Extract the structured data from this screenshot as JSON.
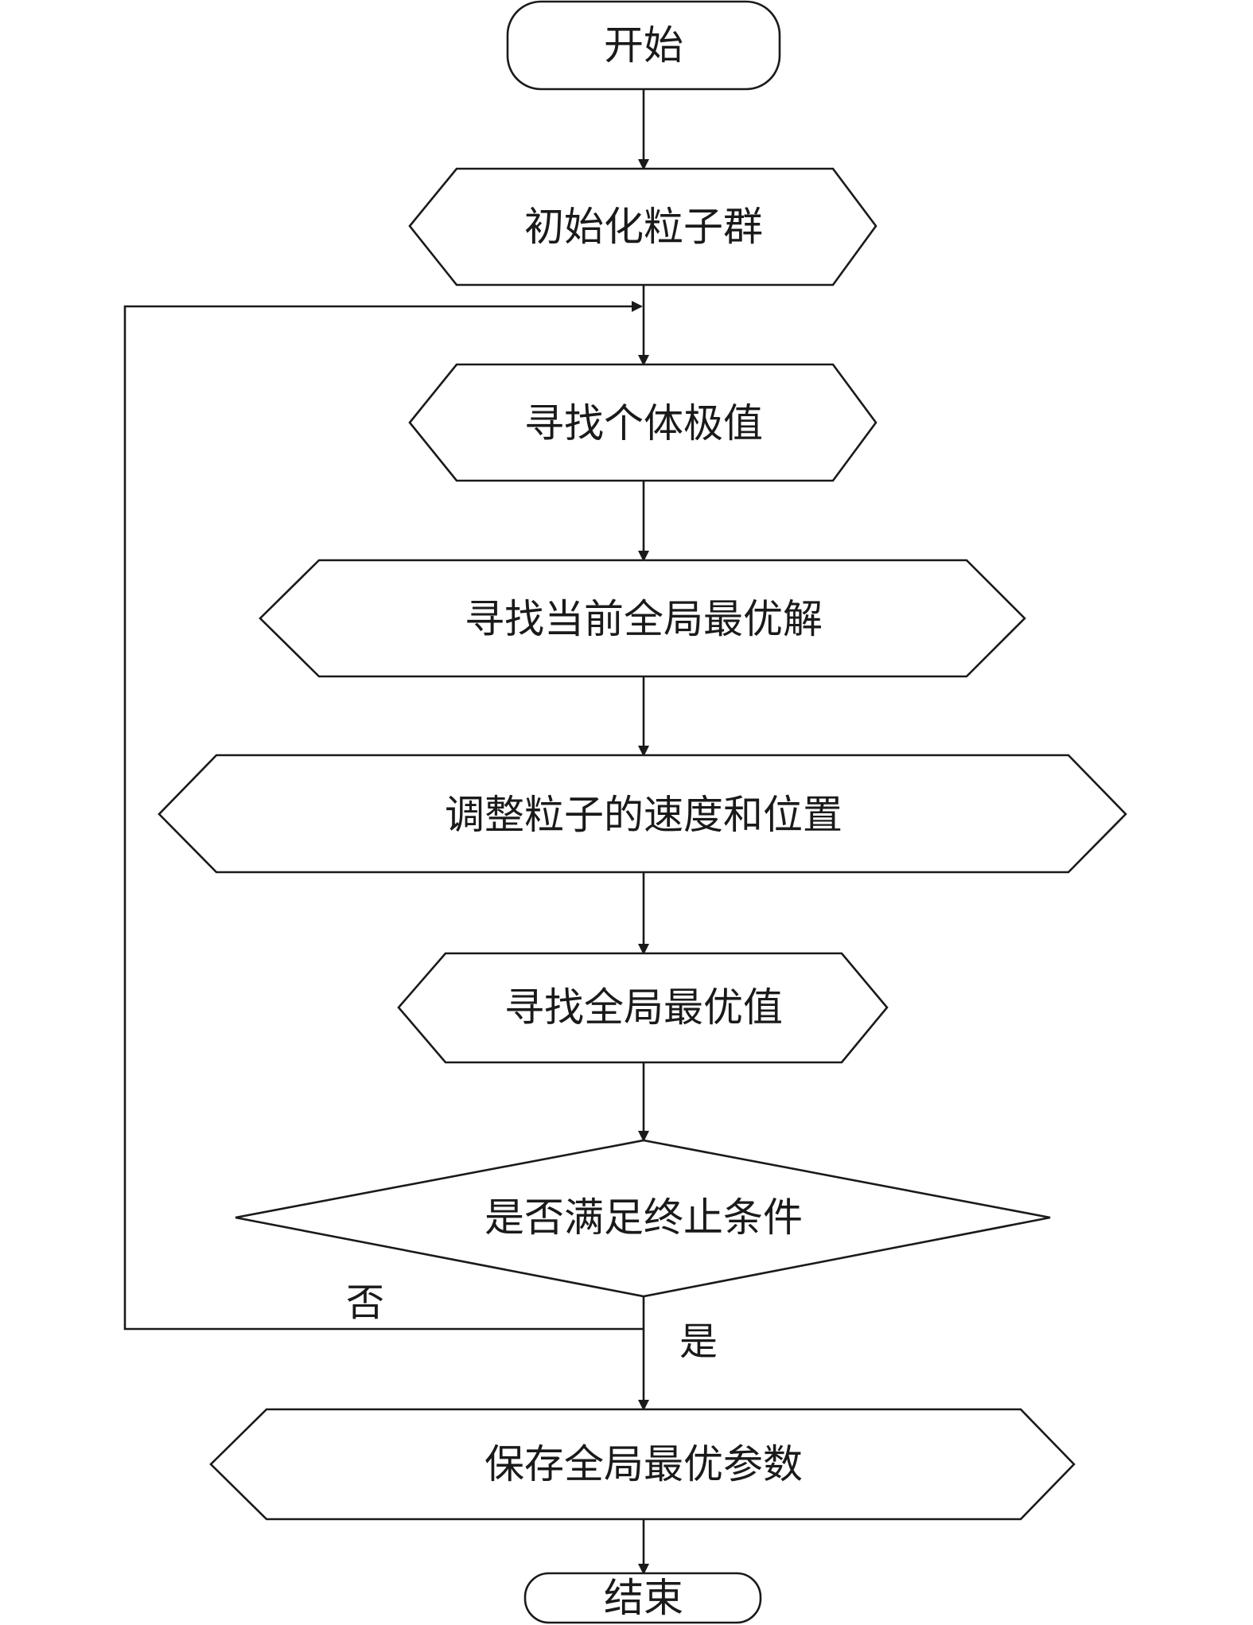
{
  "nodes": {
    "start": {
      "label": "开始",
      "shape": "terminator"
    },
    "init": {
      "label": "初始化粒子群",
      "shape": "hexagon"
    },
    "find_personal_best": {
      "label": "寻找个体极值",
      "shape": "hexagon"
    },
    "find_current_global_best": {
      "label": "寻找当前全局最优解",
      "shape": "hexagon"
    },
    "adjust_particles": {
      "label": "调整粒子的速度和位置",
      "shape": "hexagon"
    },
    "find_global_best": {
      "label": "寻找全局最优值",
      "shape": "hexagon"
    },
    "check_termination": {
      "label": "是否满足终止条件",
      "shape": "decision"
    },
    "save_params": {
      "label": "保存全局最优参数",
      "shape": "hexagon"
    },
    "end": {
      "label": "结束",
      "shape": "terminator"
    }
  },
  "edges": {
    "no_label": "否",
    "yes_label": "是"
  },
  "colors": {
    "stroke": "#1a1a1a",
    "background": "#ffffff"
  }
}
